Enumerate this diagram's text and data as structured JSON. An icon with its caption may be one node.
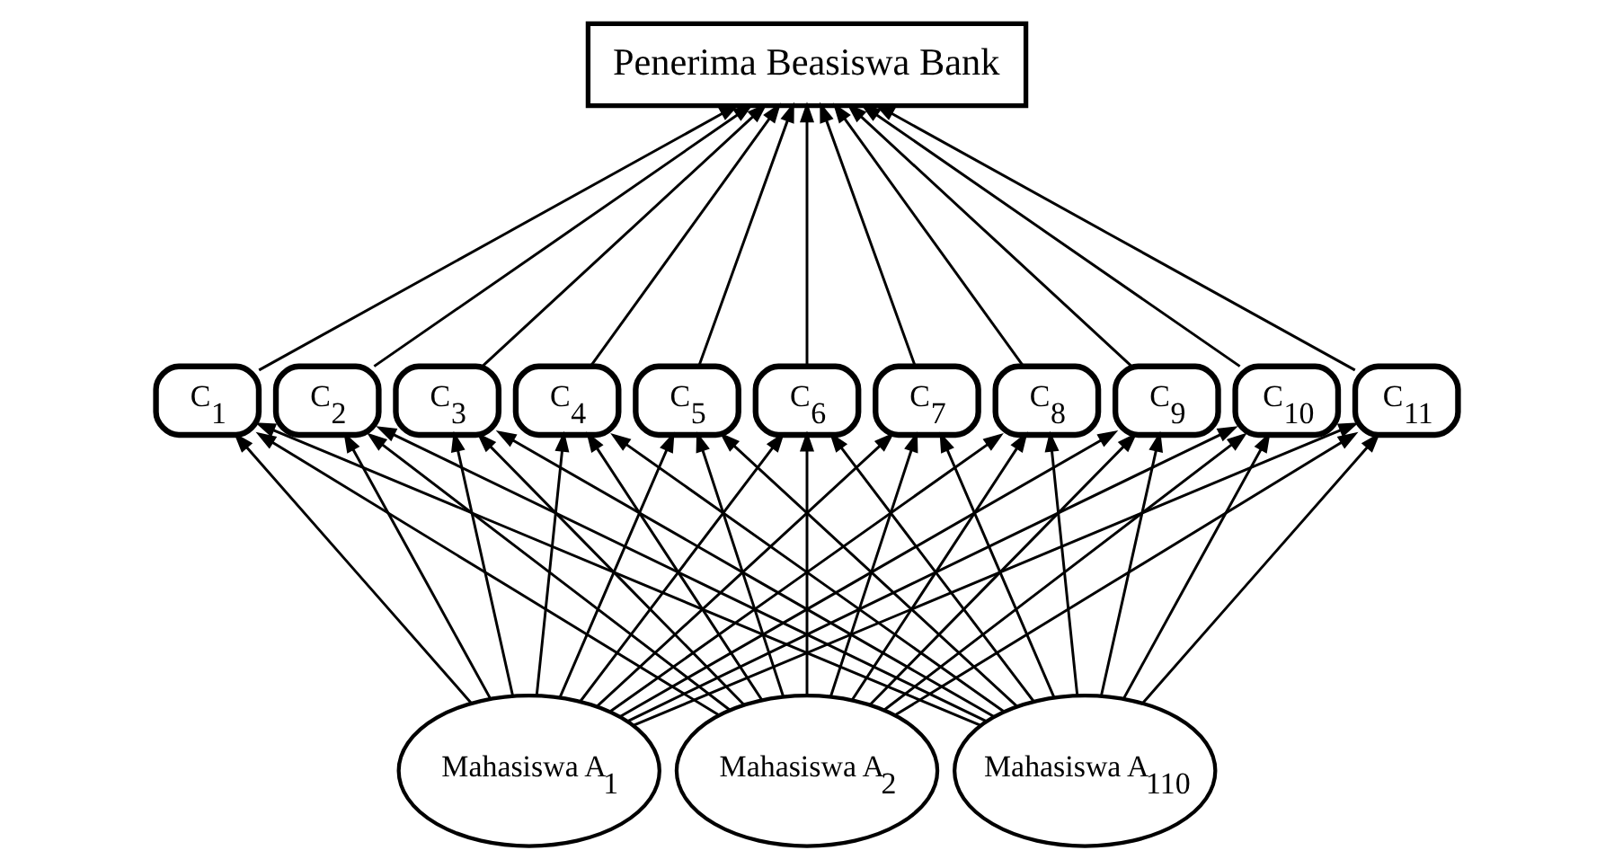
{
  "diagram": {
    "nodes": [
      {
        "text": [
          "Penerima Beasiswa Bank"
        ]
      },
      {
        "text": [
          "C$_{1}$"
        ]
      },
      {
        "text": [
          "C$_{2}$"
        ]
      },
      {
        "text": [
          "C$_{3}$"
        ]
      },
      {
        "text": [
          "C$_{4}$"
        ]
      },
      {
        "text": [
          "C$_{5}$"
        ]
      },
      {
        "text": [
          "C$_{6}$"
        ]
      },
      {
        "text": [
          "C$_{7}$"
        ]
      },
      {
        "text": [
          "C$_{8}$"
        ]
      },
      {
        "text": [
          "C$_{9}$"
        ]
      },
      {
        "text": [
          "C$_{10}$"
        ]
      },
      {
        "text": [
          "C$_{11}$"
        ]
      },
      {
        "text": [
          "Mahasiswa A$_{1}$"
        ]
      },
      {
        "text": [
          "Mahasiswa A$_{2}$"
        ]
      },
      {
        "text": [
          "Mahasiswa A$_{110}$"
        ]
      }
    ],
    "edges": [
      {
        "from": 1,
        "to": 0,
        "arrow": "to"
      },
      {
        "from": 2,
        "to": 0,
        "arrow": "to"
      },
      {
        "from": 3,
        "to": 0,
        "arrow": "to"
      },
      {
        "from": 4,
        "to": 0,
        "arrow": "to"
      },
      {
        "from": 5,
        "to": 0,
        "arrow": "to"
      },
      {
        "from": 6,
        "to": 0,
        "arrow": "to"
      },
      {
        "from": 7,
        "to": 0,
        "arrow": "to"
      },
      {
        "from": 8,
        "to": 0,
        "arrow": "to"
      },
      {
        "from": 9,
        "to": 0,
        "arrow": "to"
      },
      {
        "from": 10,
        "to": 0,
        "arrow": "to"
      },
      {
        "from": 11,
        "to": 0,
        "arrow": "to"
      },
      {
        "from": 12,
        "to": 1,
        "arrow": "to"
      },
      {
        "from": 12,
        "to": 2,
        "arrow": "to"
      },
      {
        "from": 12,
        "to": 3,
        "arrow": "to"
      },
      {
        "from": 12,
        "to": 4,
        "arrow": "to"
      },
      {
        "from": 12,
        "to": 5,
        "arrow": "to"
      },
      {
        "from": 12,
        "to": 6,
        "arrow": "to"
      },
      {
        "from": 12,
        "to": 7,
        "arrow": "to"
      },
      {
        "from": 12,
        "to": 8,
        "arrow": "to"
      },
      {
        "from": 12,
        "to": 9,
        "arrow": "to"
      },
      {
        "from": 12,
        "to": 10,
        "arrow": "to"
      },
      {
        "from": 12,
        "to": 11,
        "arrow": "to"
      },
      {
        "from": 13,
        "to": 1,
        "arrow": "to"
      },
      {
        "from": 13,
        "to": 2,
        "arrow": "to"
      },
      {
        "from": 13,
        "to": 3,
        "arrow": "to"
      },
      {
        "from": 13,
        "to": 4,
        "arrow": "to"
      },
      {
        "from": 13,
        "to": 5,
        "arrow": "to"
      },
      {
        "from": 13,
        "to": 6,
        "arrow": "to"
      },
      {
        "from": 13,
        "to": 7,
        "arrow": "to"
      },
      {
        "from": 13,
        "to": 8,
        "arrow": "to"
      },
      {
        "from": 13,
        "to": 9,
        "arrow": "to"
      },
      {
        "from": 13,
        "to": 10,
        "arrow": "to"
      },
      {
        "from": 13,
        "to": 11,
        "arrow": "to"
      },
      {
        "from": 14,
        "to": 1,
        "arrow": "to"
      },
      {
        "from": 14,
        "to": 2,
        "arrow": "to"
      },
      {
        "from": 14,
        "to": 3,
        "arrow": "to"
      },
      {
        "from": 14,
        "to": 4,
        "arrow": "to"
      },
      {
        "from": 14,
        "to": 5,
        "arrow": "to"
      },
      {
        "from": 14,
        "to": 6,
        "arrow": "to"
      },
      {
        "from": 14,
        "to": 7,
        "arrow": "to"
      },
      {
        "from": 14,
        "to": 8,
        "arrow": "to"
      },
      {
        "from": 14,
        "to": 9,
        "arrow": "to"
      },
      {
        "from": 14,
        "to": 10,
        "arrow": "to"
      },
      {
        "from": 14,
        "to": 11,
        "arrow": "to"
      }
    ]
  }
}
